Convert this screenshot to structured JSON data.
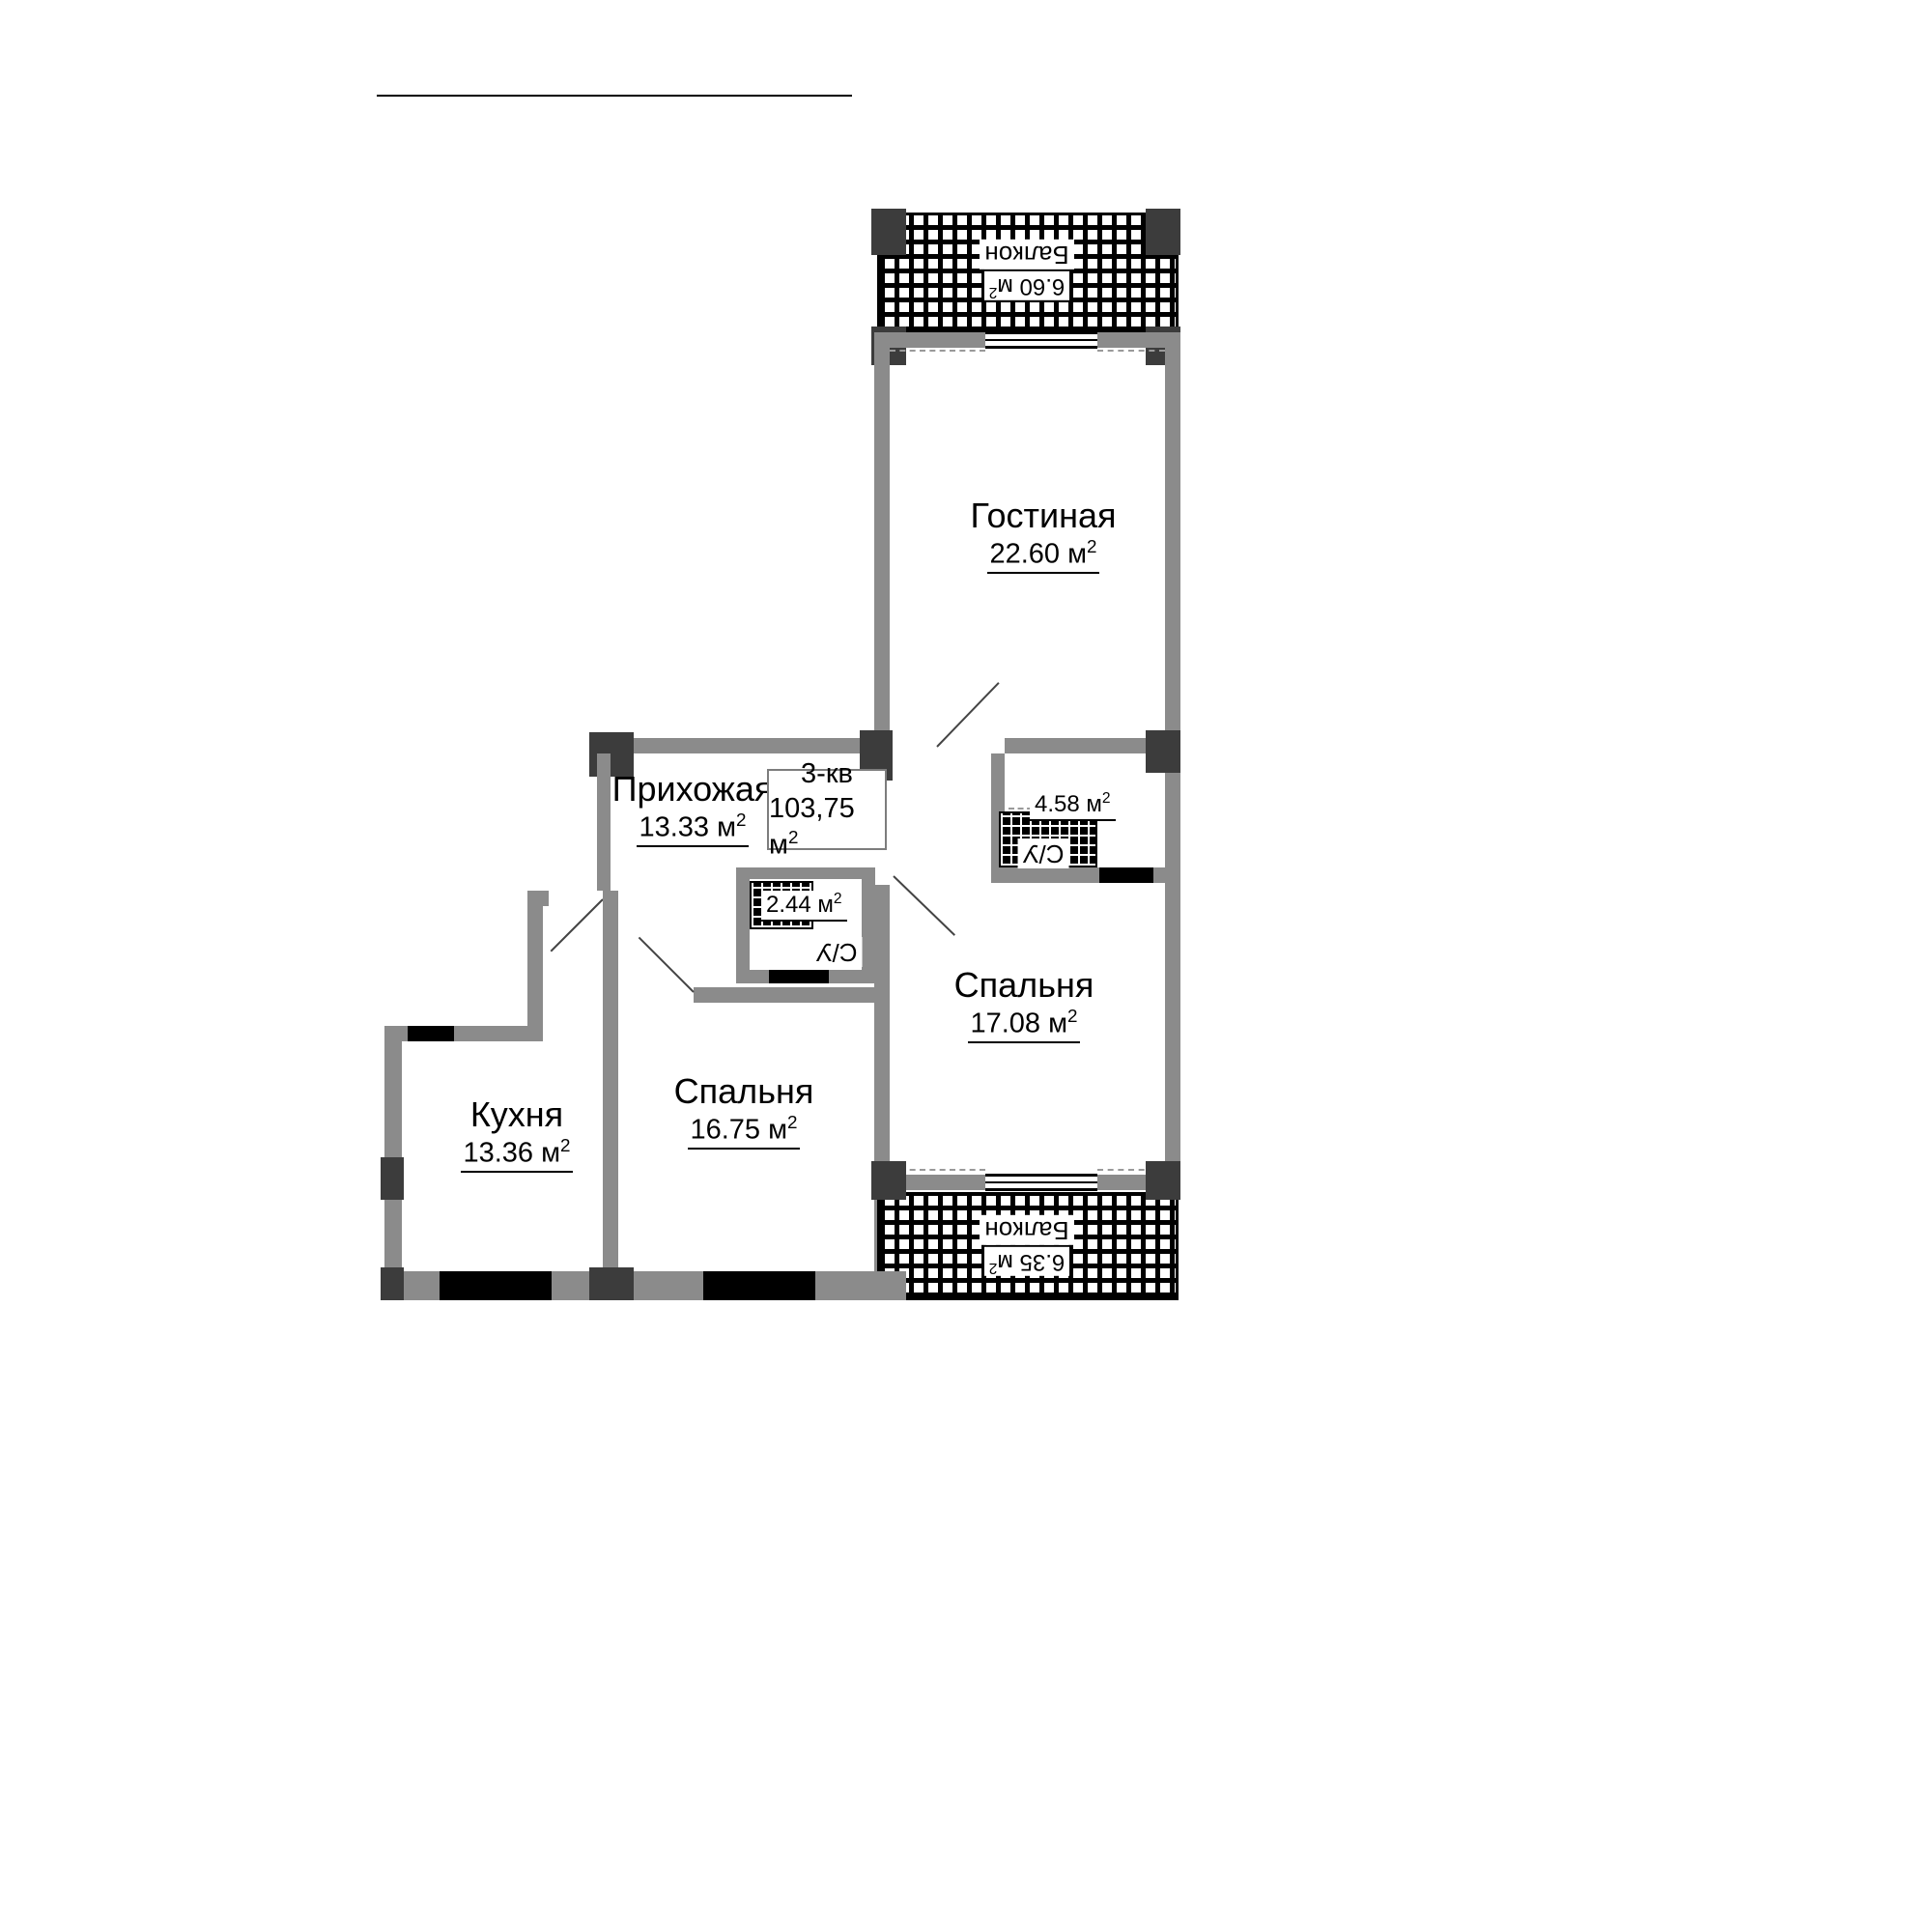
{
  "apartment": {
    "type": "3-кв",
    "total_area": "103,75 м"
  },
  "units": {
    "sup": "2"
  },
  "rooms": {
    "living": {
      "name": "Гостиная",
      "area": "22.60 м"
    },
    "hallway": {
      "name": "Прихожая",
      "area": "13.33 м"
    },
    "bedroom_right": {
      "name": "Спальня",
      "area": "17.08 м"
    },
    "bedroom_center": {
      "name": "Спальня",
      "area": "16.75 м"
    },
    "kitchen": {
      "name": "Кухня",
      "area": "13.36 м"
    },
    "bathroom_main": {
      "name": "С/У",
      "area": "4.58 м"
    },
    "bathroom_small": {
      "name": "С/У",
      "area": "2.44 м"
    },
    "balcony_top": {
      "name": "Балкон",
      "area": "6.60 м"
    },
    "balcony_bottom": {
      "name": "Балкон",
      "area": "6.35 м"
    }
  },
  "colors": {
    "wall": "#8b8b8b",
    "column": "#3c3c3c",
    "ink": "#000000"
  }
}
